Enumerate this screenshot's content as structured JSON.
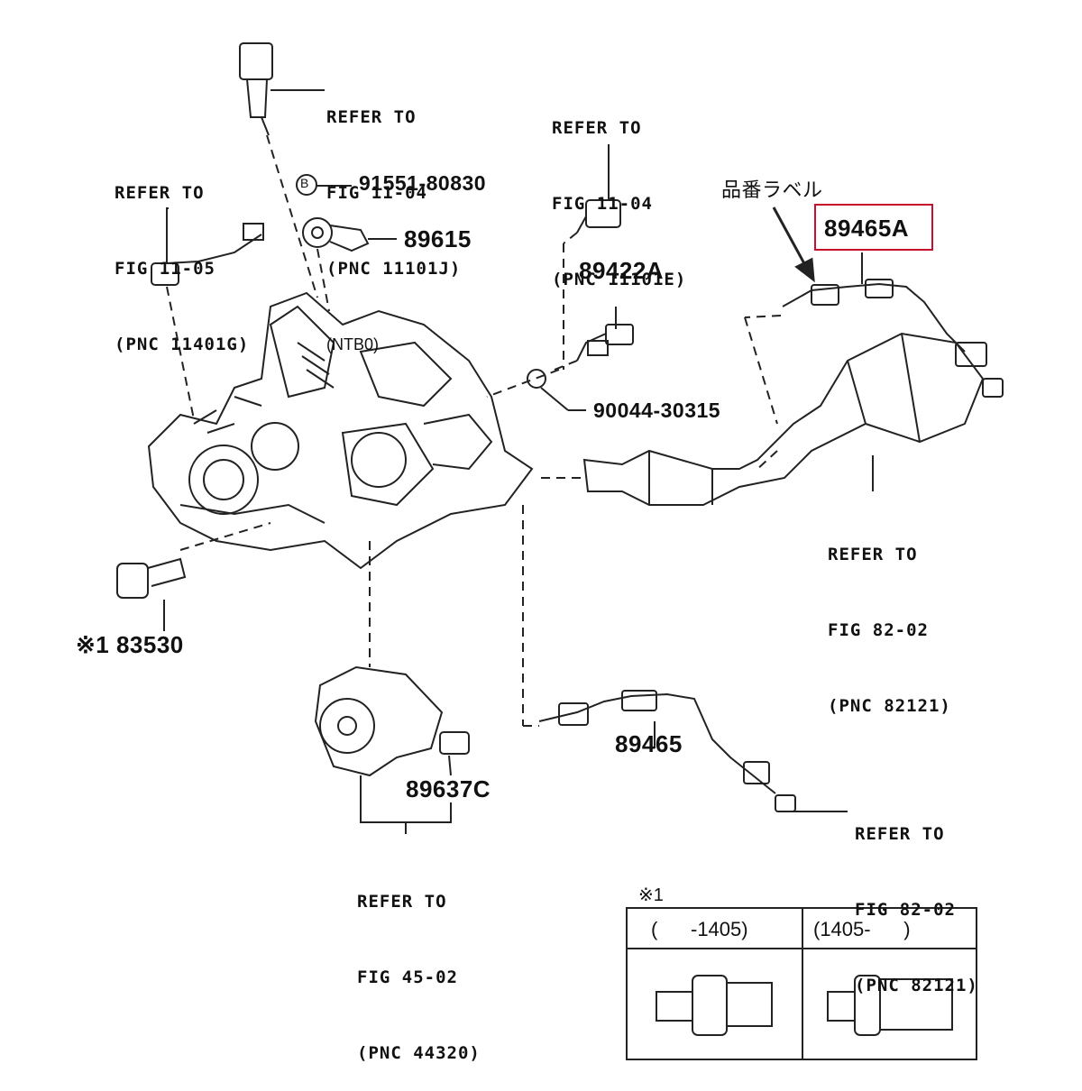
{
  "refs": {
    "fig_11_04_j": {
      "l1": "REFER TO",
      "l2": "FIG 11-04",
      "l3": "(PNC 11101J)",
      "l4": "(NTB0)"
    },
    "fig_11_04_e": {
      "l1": "REFER TO",
      "l2": "FIG 11-04",
      "l3": "(PNC 11101E)"
    },
    "fig_11_05": {
      "l1": "REFER TO",
      "l2": "FIG 11-05",
      "l3": "(PNC 11401G)"
    },
    "fig_82_02_a": {
      "l1": "REFER TO",
      "l2": "FIG 82-02",
      "l3": "(PNC 82121)"
    },
    "fig_82_02_b": {
      "l1": "REFER TO",
      "l2": "FIG 82-02",
      "l3": "(PNC 82121)"
    },
    "fig_45_02": {
      "l1": "REFER TO",
      "l2": "FIG 45-02",
      "l3": "(PNC 44320)"
    }
  },
  "parts": {
    "p91551": "91551-80830",
    "p89615": "89615",
    "p89422A": "89422A",
    "p90044": "90044-30315",
    "p89465A": "89465A",
    "p83530": "※1 83530",
    "p89465": "89465",
    "p89637C": "89637C",
    "bolt_marker": "B"
  },
  "label_tag": "品番ラベル",
  "highlight_color": "#c8102e",
  "table": {
    "note": "※1",
    "col1": "(      -1405)",
    "col2": "(1405-      )"
  }
}
